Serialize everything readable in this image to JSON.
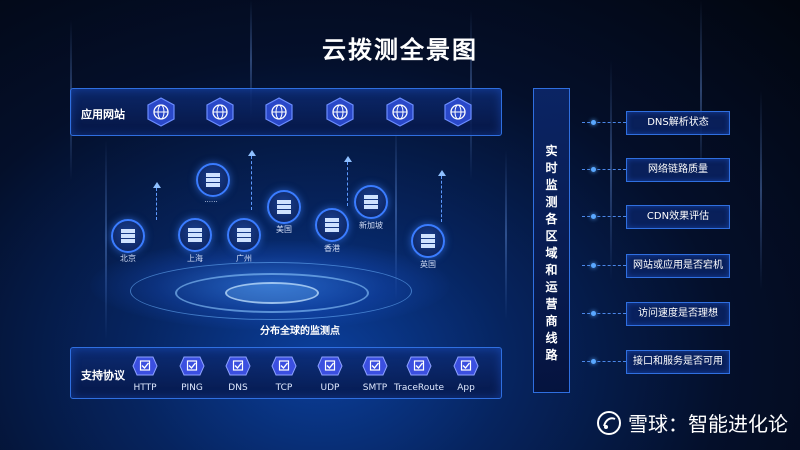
{
  "title": "云拨测全景图",
  "top_panel": {
    "label": "应用网站"
  },
  "protocols_panel": {
    "label": "支持协议",
    "items": [
      "HTTP",
      "PING",
      "DNS",
      "TCP",
      "UDP",
      "SMTP",
      "TraceRoute",
      "App"
    ]
  },
  "nodes": [
    "北京",
    "上海",
    "广州",
    "美国",
    "香港",
    "新加坡",
    "英国"
  ],
  "monitor_caption": "分布全球的监测点",
  "vertical_panel": {
    "text": "实时监测各区域和运营商线路"
  },
  "right_items": [
    "DNS解析状态",
    "网络链路质量",
    "CDN效果评估",
    "网站或应用是否宕机",
    "访问速度是否理想",
    "接口和服务是否可用"
  ],
  "watermark": "雪球：智能进化论",
  "colors": {
    "accent": "#2f6fe0",
    "highlight": "#5aa8ff",
    "background": "#040f2a"
  }
}
